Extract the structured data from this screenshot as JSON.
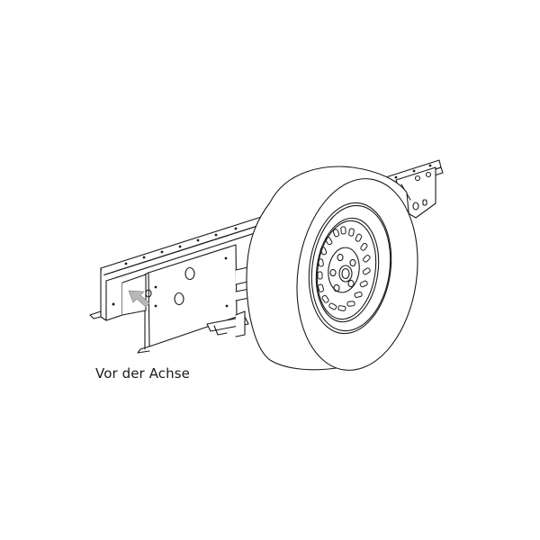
{
  "figure": {
    "caption": "Vor der Achse",
    "subject": "spare wheel carrier mounted on vehicle frame rail in front of the axle",
    "colors": {
      "background": "#ffffff",
      "line": "#1a1a1a",
      "arrow": "#9a9a9a"
    },
    "parts": [
      "frame-rail",
      "mounting-plate",
      "rear-bracket",
      "cross-tube",
      "spare-tire",
      "steel-rim",
      "hub",
      "lug-holes",
      "direction-arrow"
    ]
  }
}
